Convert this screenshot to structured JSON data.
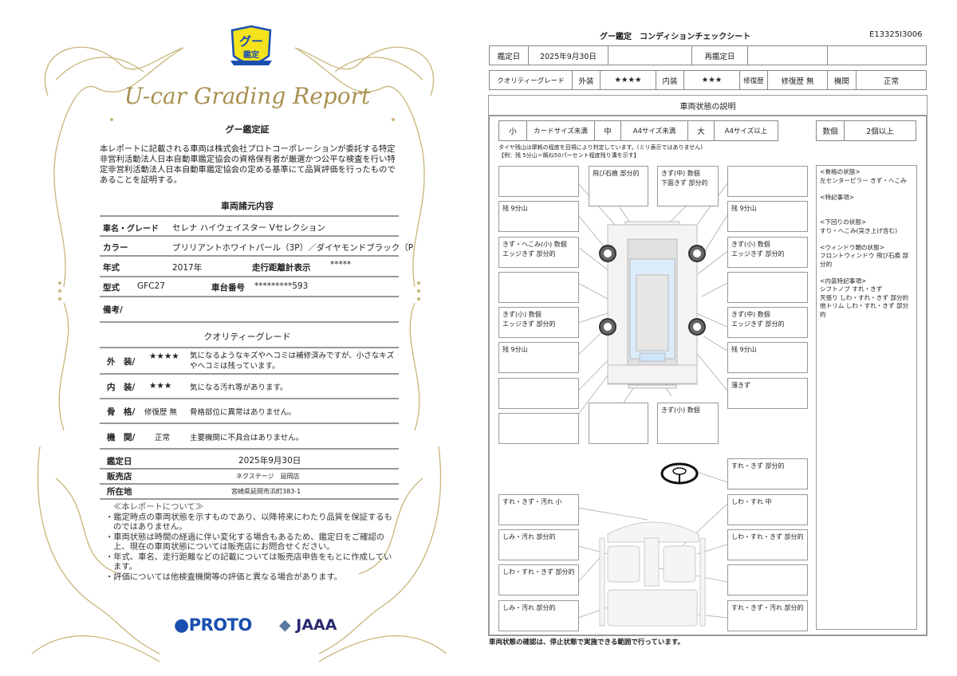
{
  "certificate": {
    "badge_text": "グー鑑定",
    "title": "U-car Grading Report",
    "heading": "グー鑑定証",
    "statement": "本レポートに記載される車両は株式会社プロトコーポレーションが委託する特定非営利活動法人日本自動車鑑定協会の資格保有者が厳選かつ公平な検査を行い特定非営利活動法人日本自動車鑑定協会の定める基準にて品質評価を行ったものであることを証明する。",
    "specs_heading": "車両諸元内容",
    "specs": {
      "name_label": "車名・グレード",
      "name_value": "セレナ ハイウェイスター Vセレクション",
      "color_label": "カラー",
      "color_value": "ブリリアントホワイトパール（3P）／ダイヤモンドブラック（P",
      "year_label": "年式",
      "year_value": "2017年",
      "mileage_label": "走行距離計表示",
      "mileage_value": "*****",
      "model_label": "型式",
      "model_value": "GFC27",
      "chassis_label": "車台番号",
      "chassis_value": "*********593",
      "remarks_label": "備考/"
    },
    "grade_heading": "クオリティーグレード",
    "grades": [
      {
        "label": "外　装/",
        "value": "★★★★",
        "desc": "気になるようなキズやヘコミは補修済みですが、小さなキズやヘコミは残っています。"
      },
      {
        "label": "内　装/",
        "value": "★★★",
        "desc": "気になる汚れ等があります。"
      },
      {
        "label": "骨　格/",
        "value": "修復歴 無",
        "desc": "骨格部位に異常はありません。"
      },
      {
        "label": "機　関/",
        "value": "正常",
        "desc": "主要機関に不具合はありません。"
      }
    ],
    "date_label": "鑑定日",
    "date_value": "2025年9月30日",
    "shop_label": "販売店",
    "shop_value": "ネクステージ　延岡店",
    "address_label": "所在地",
    "address_value": "宮崎県延岡市浜町383-1",
    "notes_heading": "≪本レポートについて≫",
    "notes": [
      "・鑑定時点の車両状態を示すものであり、以降将来にわたり品質を保証するものではありません。",
      "・車両状態は時間の経過に伴い変化する場合もあるため、鑑定日をご確認の上、現在の車両状態については販売店にお問合せください。",
      "・年式、車名、走行距離などの記載については販売店申告をもとに作成しています。",
      "・評価については他検査機関等の評価と異なる場合があります。"
    ],
    "logo_proto": "PROTO",
    "logo_jaaa": "JAAA"
  },
  "sheet": {
    "title": "グー鑑定　コンディションチェックシート",
    "id": "E13325I3006",
    "row1": {
      "date_label": "鑑定日",
      "date_value": "2025年9月30日",
      "redate_label": "再鑑定日"
    },
    "row2": {
      "grade_label": "クオリティーグレード",
      "exterior_label": "外装",
      "exterior_value": "★★★★",
      "interior_label": "内装",
      "interior_value": "★★★",
      "repair_label": "修復歴",
      "repair_value": "修復歴 無",
      "engine_label": "機関",
      "engine_value": "正常"
    },
    "section_title": "車両状態の説明",
    "legend": [
      "小",
      "カードサイズ未満",
      "中",
      "A4サイズ未満",
      "大",
      "A4サイズ以上"
    ],
    "legend_count": [
      "数個",
      "2個以上"
    ],
    "tire_note1": "タイヤ残山は摩耗の程度を目視により判定しています。(ミリ表示ではありません)",
    "tire_note2": "【例：残 5分山＝概ね50パーセント程度残り溝を示す】",
    "exterior": {
      "left": [
        "",
        "残 9分山",
        "きず・へこみ(小) 数個\nエッジきず 部分的",
        "",
        "きず(小) 数個\nエッジきず 部分的",
        "残 9分山",
        "",
        ""
      ],
      "top": [
        "飛び石痕 部分的",
        "きず(中) 数個\n下面きず 部分的"
      ],
      "right": [
        "",
        "残 9分山",
        "きず(小) 数個\nエッジきず 部分的",
        "",
        "きず(中) 数個\nエッジきず 部分的",
        "残 9分山",
        "薄きず"
      ],
      "bottom": [
        "",
        "きず(小) 数個"
      ]
    },
    "interior": {
      "left": [
        "すれ・きず・汚れ 小",
        "しみ・汚れ 部分的",
        "しわ・すれ・きず 部分的",
        "しみ・汚れ 部分的"
      ],
      "right": [
        "すれ・きず 部分的",
        "しわ・すれ 中",
        "しわ・すれ・きず 部分的",
        "",
        "すれ・きず・汚れ 部分的"
      ]
    },
    "side_notes": "<骨格の状態>\n左センターピラー きず・へこみ\n\n<特記事項>\n\n\n<下回りの状態>\nすり・へこみ(突き上げ含む)\n\n<ウィンドウ類の状態>\nフロントウィンドウ 飛び石痕 部分的\n\n<内装特記事項>\nシフトノブ すれ・きず\n天張り しわ・すれ・きず 部分的\n他トリム しわ・すれ・きず 部分的",
    "footer": "車両状態の確認は、停止状態で実施できる範囲で行っています。"
  }
}
